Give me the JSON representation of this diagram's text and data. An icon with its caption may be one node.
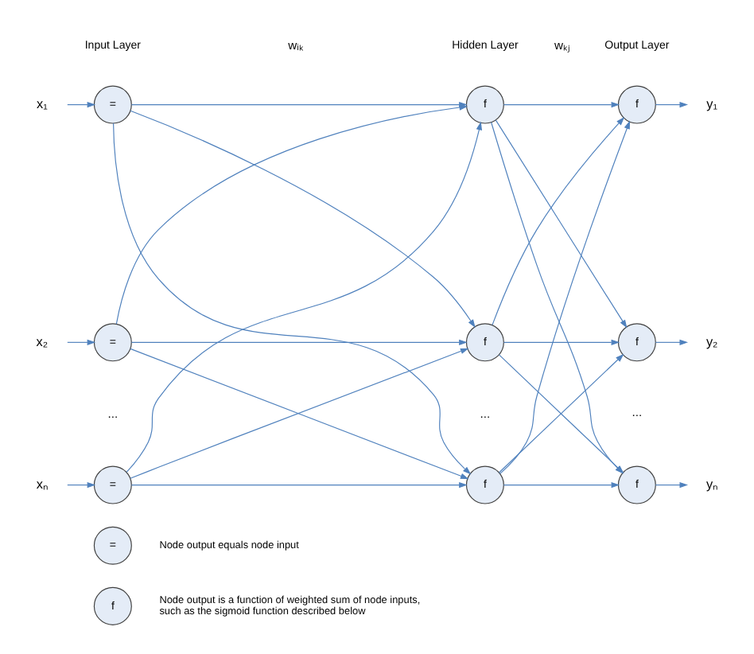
{
  "diagram": {
    "nodes": [
      {
        "text": [
          "x₁"
        ]
      },
      {
        "text": [
          "x₂"
        ]
      },
      {
        "text": [
          "xₙ"
        ]
      },
      {
        "text": [
          "="
        ]
      },
      {
        "text": [
          "="
        ]
      },
      {
        "text": [
          "="
        ]
      },
      {
        "text": [
          "f"
        ]
      },
      {
        "text": [
          "f"
        ]
      },
      {
        "text": [
          "f"
        ]
      },
      {
        "text": [
          "f"
        ]
      },
      {
        "text": [
          "f"
        ]
      },
      {
        "text": [
          "f"
        ]
      },
      {
        "text": [
          "y₁"
        ]
      },
      {
        "text": [
          "y₂"
        ]
      },
      {
        "text": [
          "yₙ"
        ]
      },
      {
        "text": [
          "="
        ],
        "beside": [
          "Node output equals node input"
        ]
      },
      {
        "text": [
          "f"
        ],
        "beside": [
          "Node output is a function of weighted sum of node inputs, such as the sigmoid function described below"
        ]
      }
    ],
    "edges": [
      {
        "from": 0,
        "to": 3,
        "arrow": "to"
      },
      {
        "from": 1,
        "to": 4,
        "arrow": "to"
      },
      {
        "from": 2,
        "to": 5,
        "arrow": "to"
      },
      {
        "from": 3,
        "to": 6,
        "arrow": "to"
      },
      {
        "from": 3,
        "to": 7,
        "arrow": "to"
      },
      {
        "from": 3,
        "to": 8,
        "arrow": "to"
      },
      {
        "from": 4,
        "to": 6,
        "arrow": "to"
      },
      {
        "from": 4,
        "to": 7,
        "arrow": "to"
      },
      {
        "from": 4,
        "to": 8,
        "arrow": "to"
      },
      {
        "from": 5,
        "to": 6,
        "arrow": "to"
      },
      {
        "from": 5,
        "to": 7,
        "arrow": "to"
      },
      {
        "from": 5,
        "to": 8,
        "arrow": "to"
      },
      {
        "from": 6,
        "to": 9,
        "arrow": "to"
      },
      {
        "from": 6,
        "to": 10,
        "arrow": "to"
      },
      {
        "from": 6,
        "to": 11,
        "arrow": "to"
      },
      {
        "from": 7,
        "to": 9,
        "arrow": "to"
      },
      {
        "from": 7,
        "to": 10,
        "arrow": "to"
      },
      {
        "from": 7,
        "to": 11,
        "arrow": "to"
      },
      {
        "from": 8,
        "to": 9,
        "arrow": "to"
      },
      {
        "from": 8,
        "to": 10,
        "arrow": "to"
      },
      {
        "from": 8,
        "to": 11,
        "arrow": "to"
      },
      {
        "from": 9,
        "to": 12,
        "arrow": "to"
      },
      {
        "from": 10,
        "to": 13,
        "arrow": "to"
      },
      {
        "from": 11,
        "to": 14,
        "arrow": "to"
      }
    ],
    "labels": [
      "Input Layer",
      "wᵢₖ",
      "Hidden Layer",
      "wₖⱼ",
      "Output Layer",
      "...",
      "...",
      "..."
    ]
  }
}
